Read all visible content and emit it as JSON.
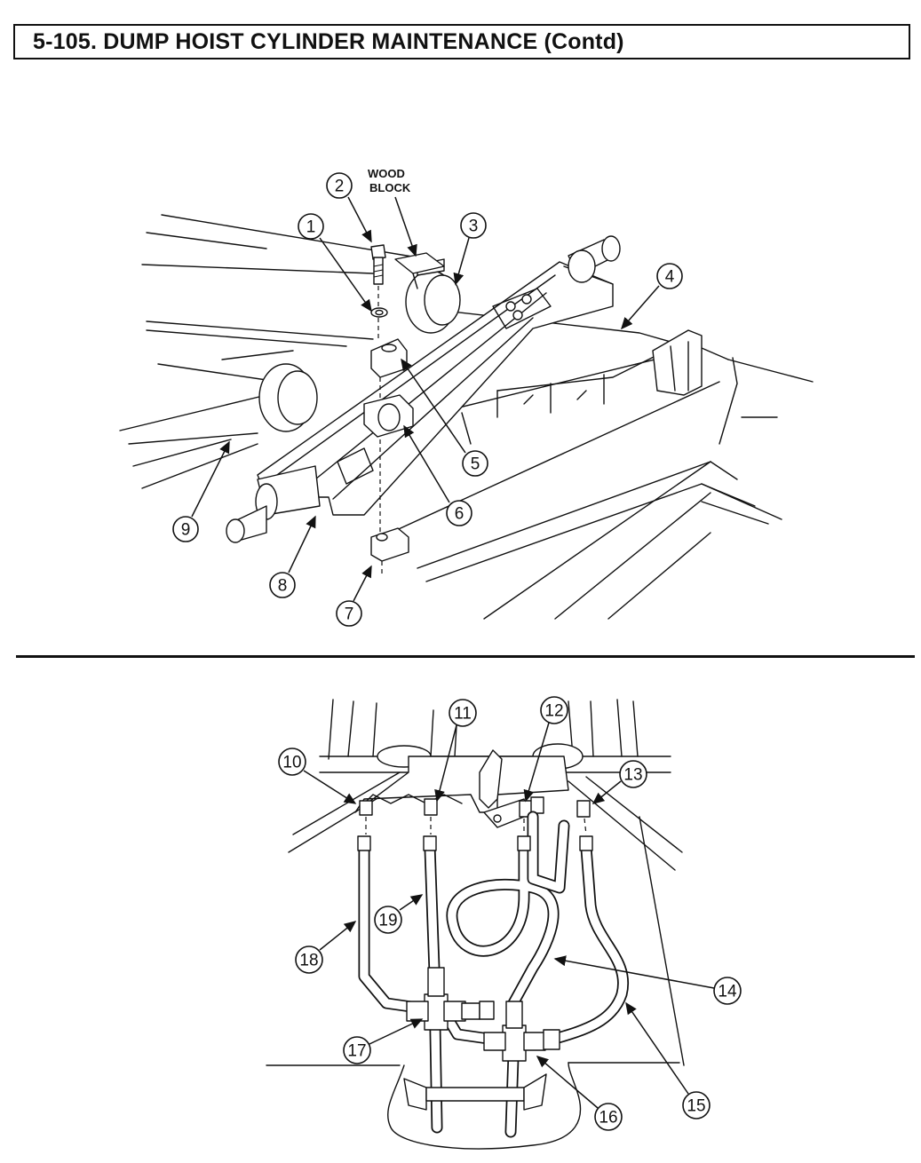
{
  "header": {
    "title": "5-105.  DUMP HOIST CYLINDER MAINTENANCE (Contd)"
  },
  "top_figure": {
    "label_wood_line1": "WOOD",
    "label_wood_line2": "BLOCK",
    "callouts": [
      "1",
      "2",
      "3",
      "4",
      "5",
      "6",
      "7",
      "8",
      "9"
    ]
  },
  "bottom_figure": {
    "callouts": [
      "10",
      "11",
      "12",
      "13",
      "14",
      "15",
      "16",
      "17",
      "18",
      "19"
    ]
  }
}
